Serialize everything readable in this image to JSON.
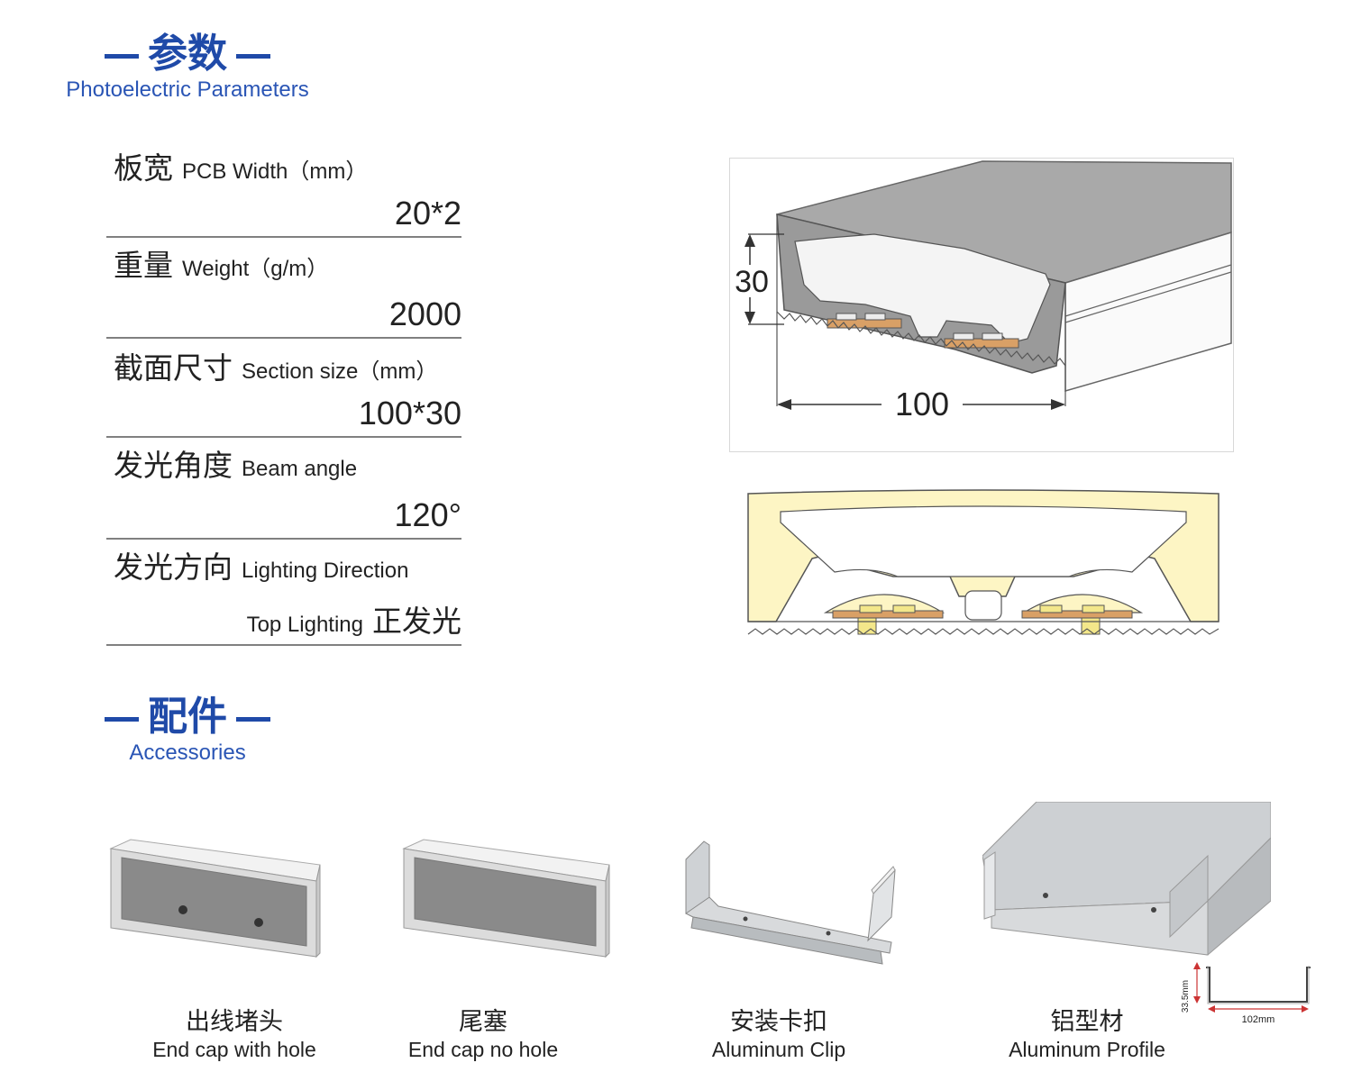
{
  "params_section": {
    "title_cn": "参数",
    "title_en": "Photoelectric Parameters"
  },
  "params": [
    {
      "label_cn": "板宽",
      "label_en": "PCB Width（mm）",
      "value": "20*2"
    },
    {
      "label_cn": "重量",
      "label_en": "Weight（g/m）",
      "value": "2000"
    },
    {
      "label_cn": "截面尺寸",
      "label_en": "Section size（mm）",
      "value": "100*30"
    },
    {
      "label_cn": "发光角度",
      "label_en": "Beam angle",
      "value": "120°"
    },
    {
      "label_cn": "发光方向",
      "label_en": "Lighting Direction",
      "value_en": "Top Lighting",
      "value_cn": "正发光"
    }
  ],
  "diagram": {
    "height_label": "30",
    "width_label": "100"
  },
  "accessories_section": {
    "title_cn": "配件",
    "title_en": "Accessories"
  },
  "accessories": [
    {
      "name_cn": "出线堵头",
      "name_en": "End cap with hole"
    },
    {
      "name_cn": "尾塞",
      "name_en": "End cap no hole"
    },
    {
      "name_cn": "安装卡扣",
      "name_en": "Aluminum Clip"
    },
    {
      "name_cn": "铝型材",
      "name_en": "Aluminum Profile"
    }
  ],
  "profile_dims": {
    "height": "33.5mm",
    "width": "102mm"
  }
}
